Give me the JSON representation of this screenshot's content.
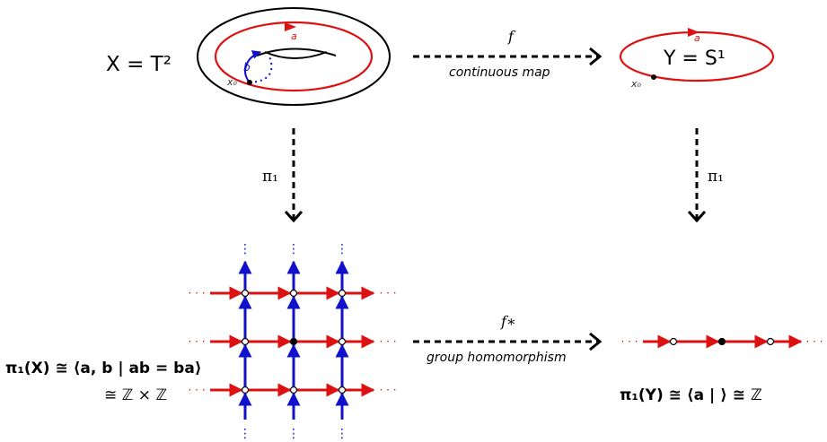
{
  "labels": {
    "x_space": "X = T²",
    "y_space": "Y = S¹",
    "loop_a": "a",
    "loop_b": "b",
    "basepoint_x": "x₀",
    "basepoint_y": "x₀",
    "map_f": "f",
    "map_f_caption": "continuous map",
    "pi1_left": "π₁",
    "pi1_right": "π₁",
    "map_f_star": "f∗",
    "map_f_star_caption": "group homomorphism",
    "pi1_x_line1": "π₁(X) ≅ ⟨a, b | ab = ba⟩",
    "pi1_x_line2": "≅ ℤ × ℤ",
    "pi1_y": "π₁(Y) ≅ ⟨a |  ⟩ ≅ ℤ",
    "ellipsis": "· · ·",
    "vdots": "⋮"
  },
  "colors": {
    "generator_a": "#dd1111",
    "generator_b": "#1111cc",
    "ink": "#000000",
    "caption": "#222222"
  }
}
